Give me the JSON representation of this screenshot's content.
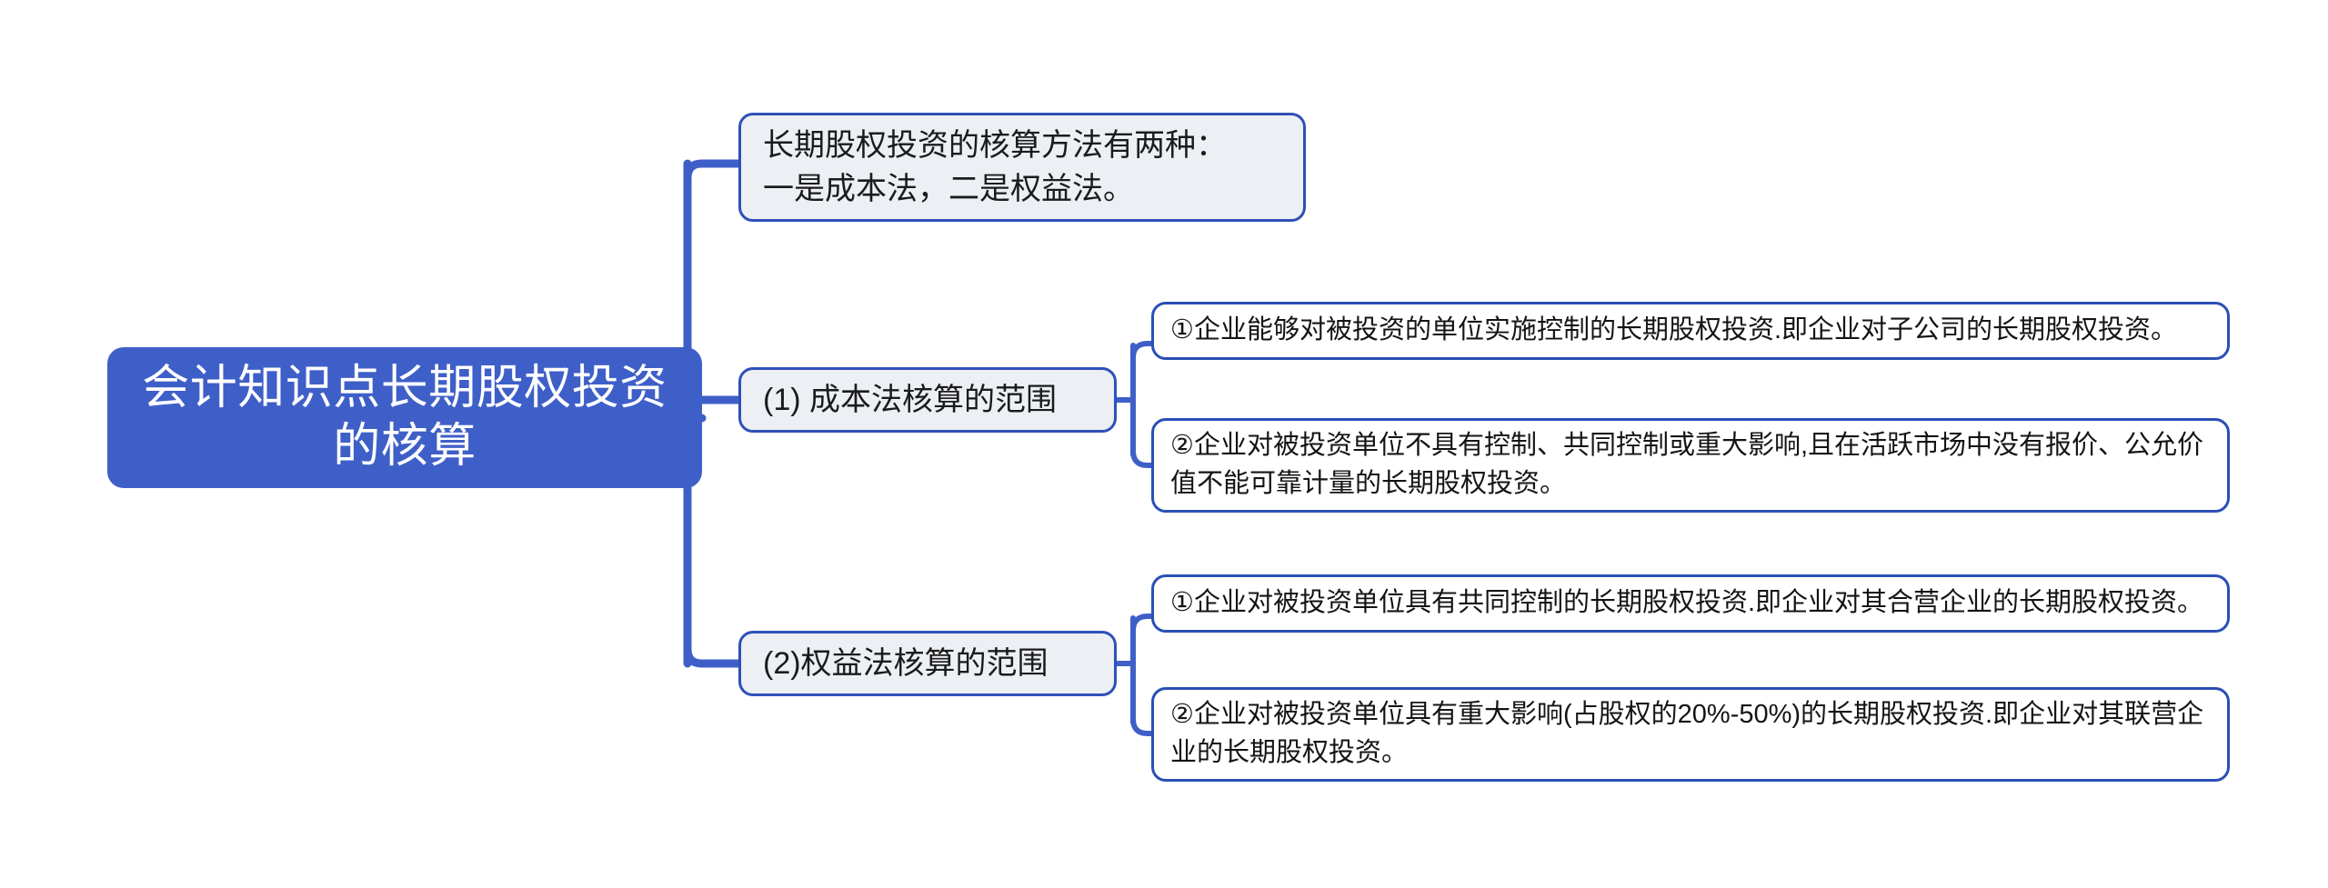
{
  "diagram": {
    "type": "mind-map",
    "orientation": "left-to-right",
    "background_color": "#ffffff",
    "colors": {
      "root_fill": "#3f5fc8",
      "root_text": "#ffffff",
      "branch_fill": "#eceff3",
      "branch_border": "#2f50b8",
      "leaf_fill": "#ffffff",
      "leaf_border": "#2a4fb5",
      "connector_trunk": "#3f5fc8",
      "connector_branch": "#3f5fc8",
      "node_text": "#1b1b1b"
    }
  },
  "root": {
    "label": "会计知识点长期股权投资\n的核算"
  },
  "branches": [
    {
      "id": "intro",
      "label": "长期股权投资的核算方法有两种：\n一是成本法，二是权益法。",
      "children": []
    },
    {
      "id": "cost-method",
      "label": "(1) 成本法核算的范围",
      "children": [
        {
          "id": "cost-1",
          "label": "①企业能够对被投资的单位实施控制的长期股权投资.即企业对子公司的长期股权投资。"
        },
        {
          "id": "cost-2",
          "label": "②企业对被投资单位不具有控制、共同控制或重大影响,且在活跃市场中没有报价、公允价值不能可靠计量的长期股权投资。"
        }
      ]
    },
    {
      "id": "equity-method",
      "label": "(2)权益法核算的范围",
      "children": [
        {
          "id": "equity-1",
          "label": "①企业对被投资单位具有共同控制的长期股权投资.即企业对其合营企业的长期股权投资。"
        },
        {
          "id": "equity-2",
          "label": "②企业对被投资单位具有重大影响(占股权的20%-50%)的长期股权投资.即企业对其联营企业的长期股权投资。"
        }
      ]
    }
  ]
}
